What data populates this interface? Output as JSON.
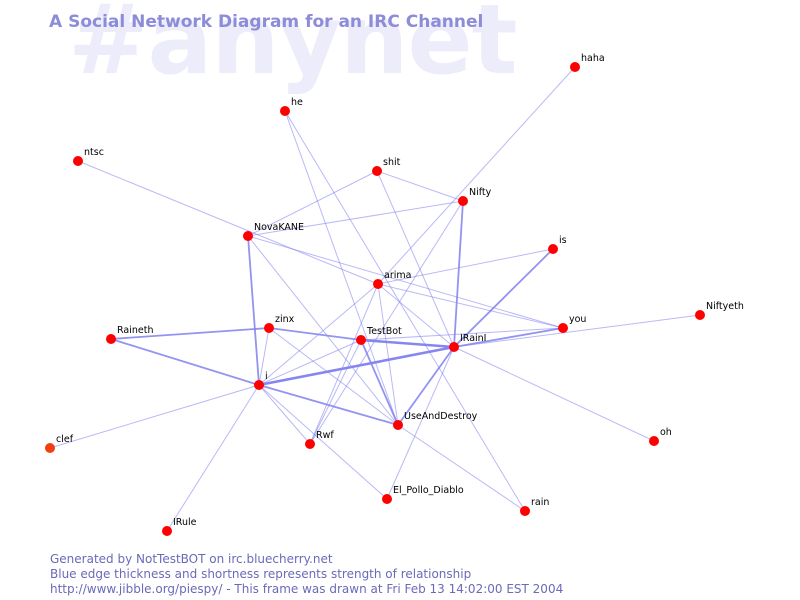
{
  "channel_watermark": "#anynet",
  "title": "A Social Network Diagram for an IRC Channel",
  "footer": {
    "line1": "Generated by NotTestBOT on irc.bluecherry.net",
    "line2": "Blue edge thickness and shortness represents strength of relationship",
    "line3": "http://www.jibble.org/piespy/ - This frame was drawn at Fri Feb 13 14:02:00 EST 2004"
  },
  "colors": {
    "node": "#ff0000",
    "edge": "#8080f0",
    "title": "#8c8cd8",
    "watermark": "#ececfb",
    "footer": "#6a6ab8"
  },
  "nodes": [
    {
      "id": "haha",
      "label": "haha"
    },
    {
      "id": "he",
      "label": "he"
    },
    {
      "id": "ntsc",
      "label": "ntsc"
    },
    {
      "id": "shit",
      "label": "shit"
    },
    {
      "id": "Nifty",
      "label": "Nifty"
    },
    {
      "id": "NovaKANE",
      "label": "NovaKANE"
    },
    {
      "id": "is",
      "label": "is"
    },
    {
      "id": "arima",
      "label": "arima"
    },
    {
      "id": "Niftyeth",
      "label": "Niftyeth"
    },
    {
      "id": "you",
      "label": "you"
    },
    {
      "id": "zinx",
      "label": "zinx"
    },
    {
      "id": "Raineth",
      "label": "Raineth"
    },
    {
      "id": "TestBot",
      "label": "TestBot"
    },
    {
      "id": "IRainI",
      "label": "IRainI"
    },
    {
      "id": "i",
      "label": "i"
    },
    {
      "id": "UseAndDestroy",
      "label": "UseAndDestroy"
    },
    {
      "id": "oh",
      "label": "oh"
    },
    {
      "id": "clef",
      "label": "clef"
    },
    {
      "id": "Rwf",
      "label": "Rwf"
    },
    {
      "id": "El_Pollo_Diablo",
      "label": "El_Pollo_Diablo"
    },
    {
      "id": "rain",
      "label": "rain"
    },
    {
      "id": "IRule",
      "label": "IRule"
    }
  ],
  "edges": [
    {
      "from": "haha",
      "to": "arima",
      "strength": 1
    },
    {
      "from": "he",
      "to": "UseAndDestroy",
      "strength": 1
    },
    {
      "from": "ntsc",
      "to": "arima",
      "strength": 1
    },
    {
      "from": "shit",
      "to": "NovaKANE",
      "strength": 1
    },
    {
      "from": "shit",
      "to": "Nifty",
      "strength": 1
    },
    {
      "from": "shit",
      "to": "IRainI",
      "strength": 1
    },
    {
      "from": "Nifty",
      "to": "NovaKANE",
      "strength": 1
    },
    {
      "from": "Nifty",
      "to": "IRainI",
      "strength": 2
    },
    {
      "from": "Nifty",
      "to": "Rwf",
      "strength": 1
    },
    {
      "from": "NovaKANE",
      "to": "i",
      "strength": 2
    },
    {
      "from": "NovaKANE",
      "to": "you",
      "strength": 1
    },
    {
      "from": "NovaKANE",
      "to": "UseAndDestroy",
      "strength": 1
    },
    {
      "from": "is",
      "to": "IRainI",
      "strength": 2
    },
    {
      "from": "is",
      "to": "arima",
      "strength": 1
    },
    {
      "from": "arima",
      "to": "i",
      "strength": 1
    },
    {
      "from": "arima",
      "to": "IRainI",
      "strength": 1
    },
    {
      "from": "arima",
      "to": "UseAndDestroy",
      "strength": 1
    },
    {
      "from": "arima",
      "to": "you",
      "strength": 1
    },
    {
      "from": "arima",
      "to": "Rwf",
      "strength": 1
    },
    {
      "from": "you",
      "to": "IRainI",
      "strength": 2
    },
    {
      "from": "Niftyeth",
      "to": "IRainI",
      "strength": 1
    },
    {
      "from": "zinx",
      "to": "TestBot",
      "strength": 2
    },
    {
      "from": "zinx",
      "to": "i",
      "strength": 1
    },
    {
      "from": "zinx",
      "to": "UseAndDestroy",
      "strength": 1
    },
    {
      "from": "Raineth",
      "to": "zinx",
      "strength": 2
    },
    {
      "from": "Raineth",
      "to": "i",
      "strength": 2
    },
    {
      "from": "TestBot",
      "to": "IRainI",
      "strength": 3
    },
    {
      "from": "TestBot",
      "to": "i",
      "strength": 1
    },
    {
      "from": "TestBot",
      "to": "UseAndDestroy",
      "strength": 2
    },
    {
      "from": "TestBot",
      "to": "Rwf",
      "strength": 1
    },
    {
      "from": "TestBot",
      "to": "you",
      "strength": 1
    },
    {
      "from": "IRainI",
      "to": "i",
      "strength": 3
    },
    {
      "from": "IRainI",
      "to": "UseAndDestroy",
      "strength": 2
    },
    {
      "from": "IRainI",
      "to": "El_Pollo_Diablo",
      "strength": 1
    },
    {
      "from": "IRainI",
      "to": "oh",
      "strength": 1
    },
    {
      "from": "i",
      "to": "UseAndDestroy",
      "strength": 2
    },
    {
      "from": "i",
      "to": "Rwf",
      "strength": 1
    },
    {
      "from": "i",
      "to": "clef",
      "strength": 1
    },
    {
      "from": "i",
      "to": "IRule",
      "strength": 1
    },
    {
      "from": "i",
      "to": "El_Pollo_Diablo",
      "strength": 1
    },
    {
      "from": "UseAndDestroy",
      "to": "rain",
      "strength": 1
    },
    {
      "from": "he",
      "to": "rain",
      "strength": 1
    }
  ]
}
